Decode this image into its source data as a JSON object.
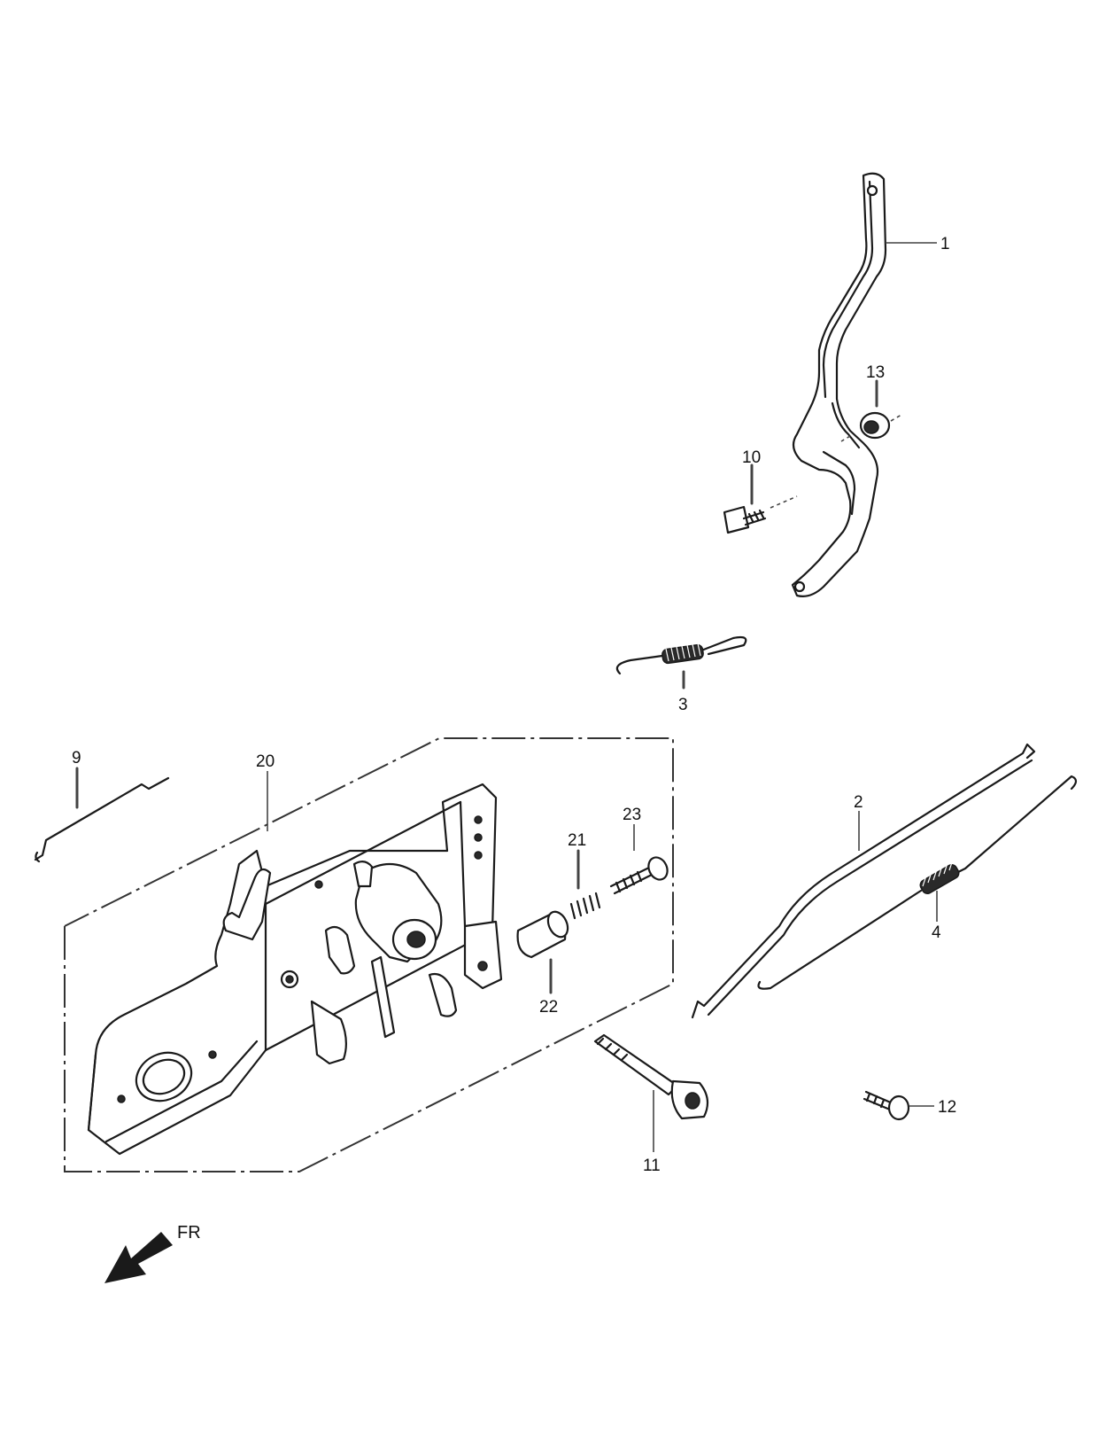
{
  "callouts": {
    "c1": "1",
    "c2": "2",
    "c3": "3",
    "c4": "4",
    "c9": "9",
    "c10": "10",
    "c11": "11",
    "c12": "12",
    "c13": "13",
    "c20": "20",
    "c21": "21",
    "c22": "22",
    "c23": "23"
  },
  "direction": {
    "label": "FR"
  }
}
